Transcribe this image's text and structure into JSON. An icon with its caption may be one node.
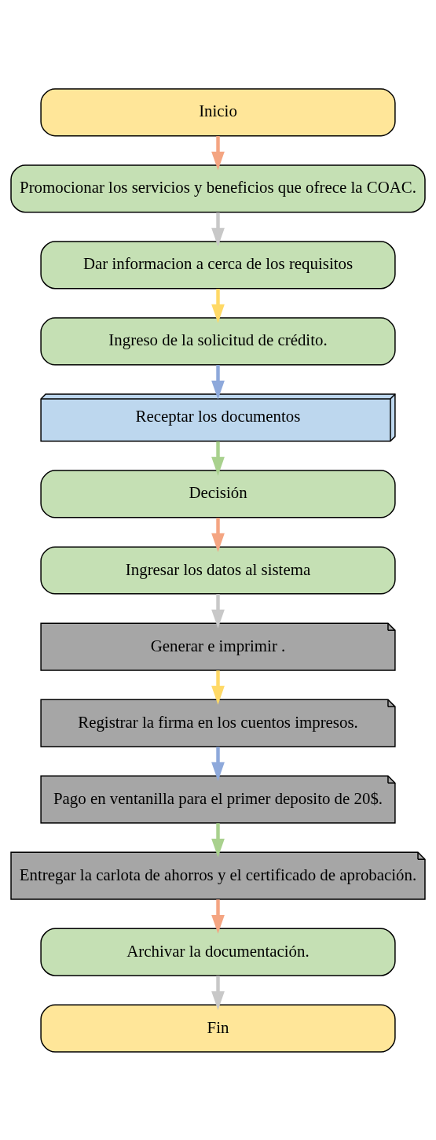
{
  "diagram": {
    "nodes": [
      {
        "text": [
          "Inicio"
        ]
      },
      {
        "text": [
          "Promocionar los servicios y beneficios que ofrece la COAC."
        ]
      },
      {
        "text": [
          "Dar informacion a cerca de los requisitos"
        ]
      },
      {
        "text": [
          "Ingreso de la solicitud de crédito."
        ]
      },
      {
        "text": [
          "Receptar los documentos"
        ]
      },
      {
        "text": [
          "Decisión"
        ]
      },
      {
        "text": [
          "Ingresar los datos al sistema"
        ]
      },
      {
        "text": [
          "Generar e imprimir ."
        ]
      },
      {
        "text": [
          "Registrar la firma en los cuentos impresos."
        ]
      },
      {
        "text": [
          "Pago en ventanilla para el primer deposito de 20$."
        ]
      },
      {
        "text": [
          "Entregar la carlota de ahorros y el certificado de aprobación."
        ]
      },
      {
        "text": [
          "Archivar la documentación."
        ]
      },
      {
        "text": [
          "Fin"
        ]
      }
    ],
    "edges": [
      {
        "from": 0,
        "to": 1,
        "arrow": "to",
        "color": "#f4a582"
      },
      {
        "from": 1,
        "to": 2,
        "arrow": "to",
        "color": "#c8c8c8"
      },
      {
        "from": 2,
        "to": 3,
        "arrow": "to",
        "color": "#ffd966"
      },
      {
        "from": 3,
        "to": 4,
        "arrow": "to",
        "color": "#8ea9db"
      },
      {
        "from": 4,
        "to": 5,
        "arrow": "to",
        "color": "#a9d18e"
      },
      {
        "from": 5,
        "to": 6,
        "arrow": "to",
        "color": "#f4a582"
      },
      {
        "from": 6,
        "to": 7,
        "arrow": "to",
        "color": "#c8c8c8"
      },
      {
        "from": 7,
        "to": 8,
        "arrow": "to",
        "color": "#ffd966"
      },
      {
        "from": 8,
        "to": 9,
        "arrow": "to",
        "color": "#8ea9db"
      },
      {
        "from": 9,
        "to": 10,
        "arrow": "to",
        "color": "#a9d18e"
      },
      {
        "from": 10,
        "to": 11,
        "arrow": "to",
        "color": "#f4a582"
      },
      {
        "from": 11,
        "to": 12,
        "arrow": "to",
        "color": "#c8c8c8"
      }
    ]
  }
}
